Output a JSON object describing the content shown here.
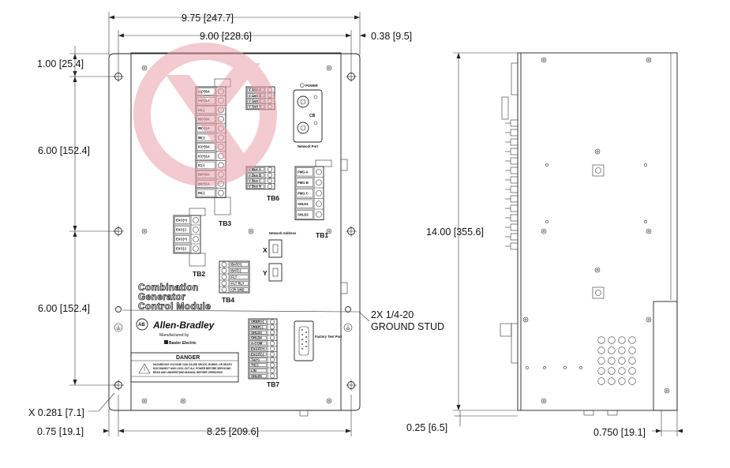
{
  "dimensions": {
    "overall_width": "9.75 [247.7]",
    "hole_spacing_width": "9.00 [228.6]",
    "flange_right": "0.38 [9.5]",
    "top_offset": "1.00 [25.4]",
    "upper_spacing": "6.00 [152.4]",
    "lower_spacing": "6.00 [152.4]",
    "hole_diameter": "X 0.281 [7.1]",
    "left_offset": "0.75 [19.1]",
    "bottom_spacing": "8.25 [209.6]",
    "height": "14.00 [355.6]",
    "side_base": "0.25 [6.5]",
    "side_depth": "0.750 [19.1]"
  },
  "callouts": {
    "ground_line1": "2X  1/4-20",
    "ground_line2": "GROUND STUD"
  },
  "module": {
    "title_line1": "Combination",
    "title_line2": "Generator",
    "title_line3": "Control Module",
    "brand": "Allen-Bradley",
    "brand_logo": "AB",
    "manufactured_by": "Manufactured by",
    "maker": "Basler Electric",
    "danger": "DANGER",
    "warning_text_1": "HAZARDOUS VOLTAGE CAN CAUSE SHOCK, BURNS, OR DEATH",
    "warning_text_2": "DISCONNECT AND LOCK OUT ALL POWER BEFORE SERVICING",
    "warning_text_3": "READ AND UNDERSTAND MANUAL BEFORE OPERATING",
    "power_label": "POWER",
    "cb_label": "CB",
    "network_port": "Network Port",
    "network_address": "Network Address",
    "factory_test_port": "Factory Test Port",
    "x_label": "X",
    "y_label": "Y",
    "tb1": "TB1",
    "tb2": "TB2",
    "tb3": "TB3",
    "tb4": "TB4",
    "tb6": "TB6",
    "tb7": "TB7",
    "tb3_pins": [
      "IA(+)5A",
      "IA(+)1A",
      "IA(-)",
      "IB(+)5A",
      "IB(+)1A",
      "IB(-)",
      "IC(+)5A",
      "IC(+)1A",
      "IC(-)",
      "IN(+)5A",
      "IN(+)1A",
      "IN(-)"
    ],
    "tb6_upper_pins": [
      "V Gen A",
      "V Gen B",
      "V Gen C",
      "V Gen N"
    ],
    "tb6_lower_pins": [
      "V Bus A",
      "V Bus B",
      "V Bus C",
      "V Bus N"
    ],
    "tb1_pins": [
      "PMG A",
      "PMG B",
      "PMG C",
      "SHLD1",
      "SHLD2"
    ],
    "tb2_pins": [
      "EXC(+)",
      "EXC(-)",
      "EXC(+)",
      "EXC(-)"
    ],
    "tb4_pins": [
      "BAT(+)",
      "BAT(-)",
      "FLT",
      "FLT RLY",
      "CR GND"
    ],
    "tb7_pins": [
      "VREF(+)",
      "VREF(-)",
      "SHLD3",
      "SHLD4",
      "A-COM",
      "EXCIT(+)",
      "EXCIT(-)",
      "TX(+)",
      "TX(-)",
      "LIN",
      "SHLD5"
    ]
  },
  "colors": {
    "watermark": "#e8a0a8",
    "line": "#222222"
  }
}
